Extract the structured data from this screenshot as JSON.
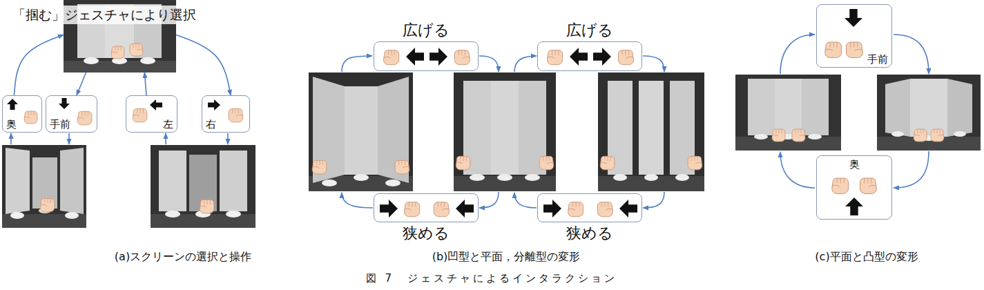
{
  "diagram": {
    "caption": "図 7　ジェスチャによるインタラクション",
    "nodes": [
      {
        "text": [
          "「掴む」ジェスチャにより選択"
        ]
      },
      {
        "text": [
          "奥"
        ]
      },
      {
        "text": [
          "手前"
        ]
      },
      {
        "text": [
          "左"
        ]
      },
      {
        "text": [
          "右"
        ]
      },
      {
        "text": [
          "広げる"
        ]
      },
      {
        "text": [
          "広げる"
        ]
      },
      {
        "text": [
          "狭める"
        ]
      },
      {
        "text": [
          "狭める"
        ]
      },
      {
        "text": [
          "手前"
        ]
      },
      {
        "text": [
          "奥"
        ]
      }
    ],
    "edges": [
      {
        "from": 0,
        "to": 2,
        "arrow": "to"
      },
      {
        "from": 1,
        "to": 0,
        "arrow": "to"
      },
      {
        "from": 0,
        "to": 4,
        "arrow": "to"
      },
      {
        "from": 3,
        "to": 0,
        "arrow": "to"
      }
    ],
    "labels": [
      "(a)スクリーンの選択と操作",
      "(b)凹型と平面，分離型の変形",
      "(c)平面と凸型の変形"
    ]
  }
}
